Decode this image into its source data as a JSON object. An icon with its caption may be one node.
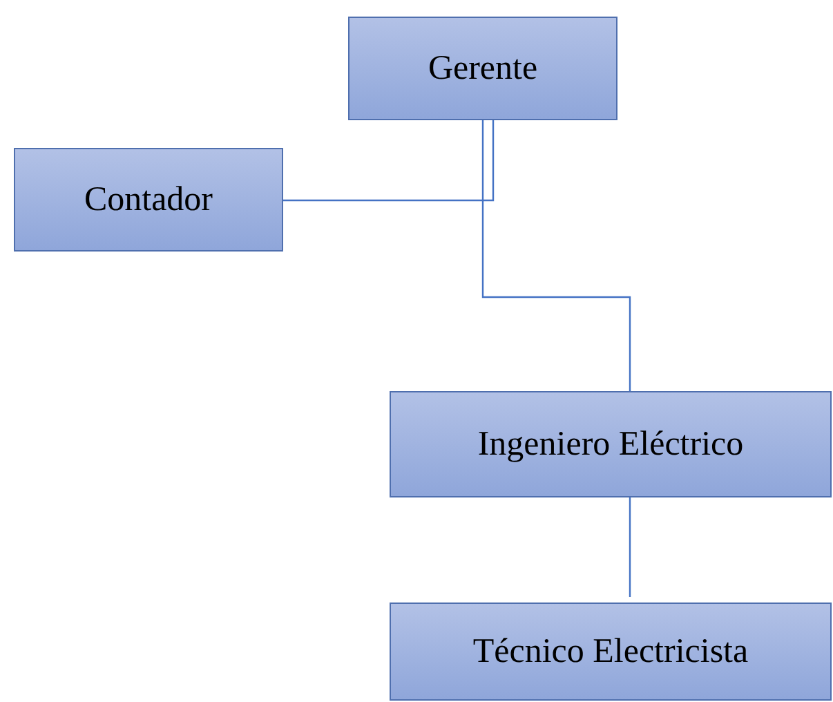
{
  "diagram": {
    "nodes": [
      {
        "text": [
          "Gerente"
        ]
      },
      {
        "text": [
          "Contador"
        ]
      },
      {
        "text": [
          "Ingeniero Eléctrico"
        ]
      },
      {
        "text": [
          "Técnico Electricista"
        ]
      }
    ],
    "edges": [
      {
        "from": 0,
        "to": 1,
        "arrow": "none"
      },
      {
        "from": 0,
        "to": 2,
        "arrow": "none"
      },
      {
        "from": 2,
        "to": 3,
        "arrow": "none"
      }
    ]
  }
}
